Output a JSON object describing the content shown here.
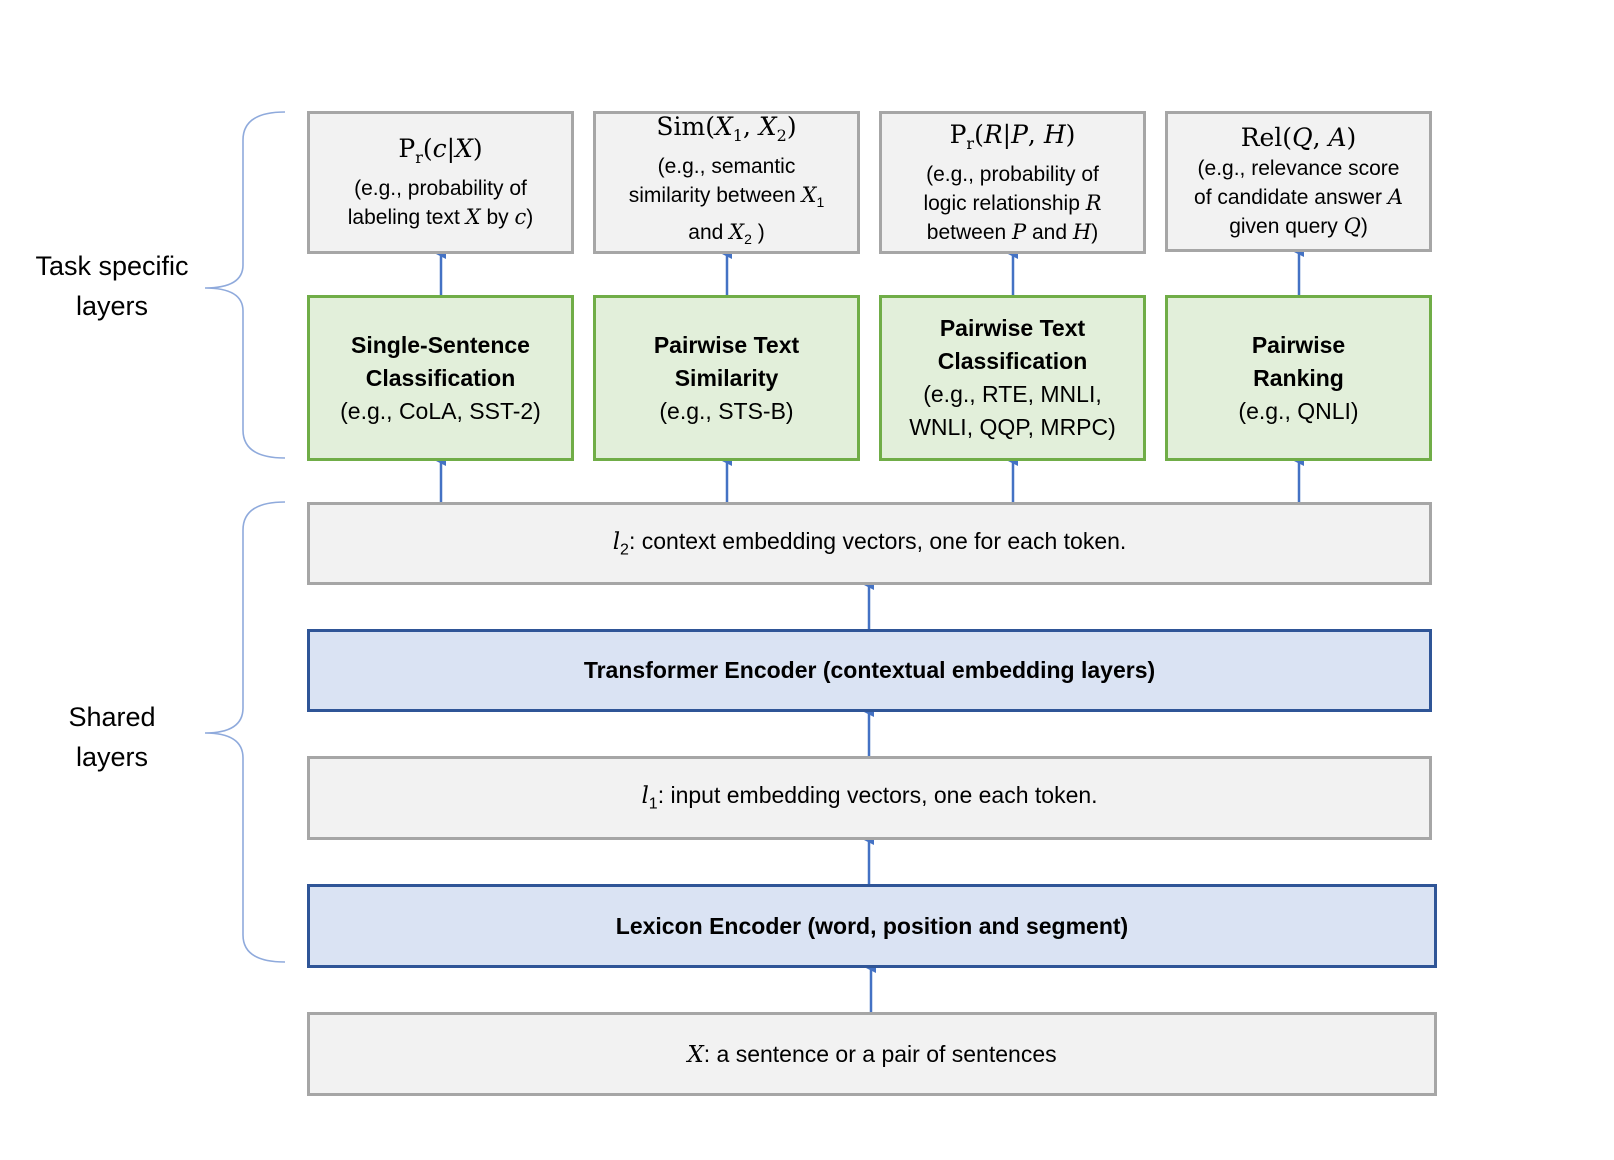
{
  "task_specific_label": [
    "Task specific",
    "layers"
  ],
  "shared_label": [
    "Shared",
    "layers"
  ],
  "outputs": [
    {
      "formula": "Pr(c|X)",
      "desc": [
        "(e.g., probability of",
        "labeling text X by c)"
      ]
    },
    {
      "formula": "Sim(X1,X2)",
      "desc": [
        "(e.g., semantic",
        "similarity between X1",
        "and X2 )"
      ]
    },
    {
      "formula": "Pr(R|P,H)",
      "desc": [
        "(e.g., probability of",
        "logic relationship R",
        "between P and H)"
      ]
    },
    {
      "formula": "Rel(Q,A)",
      "desc": [
        "(e.g., relevance score",
        "of candidate answer A",
        "given query Q)"
      ]
    }
  ],
  "tasks": [
    {
      "title": [
        "Single-Sentence",
        "Classification"
      ],
      "examples": [
        "(e.g., CoLA, SST-2)"
      ]
    },
    {
      "title": [
        "Pairwise Text",
        "Similarity"
      ],
      "examples": [
        "(e.g., STS-B)"
      ]
    },
    {
      "title": [
        "Pairwise Text",
        "Classification"
      ],
      "examples": [
        "(e.g., RTE, MNLI,",
        "WNLI, QQP, MRPC)"
      ]
    },
    {
      "title": [
        "Pairwise",
        "Ranking"
      ],
      "examples": [
        "(e.g., QNLI)"
      ]
    }
  ],
  "shared": {
    "l2": {
      "symbol": "l2",
      "text": ": context embedding vectors, one for each token."
    },
    "transformer": "Transformer Encoder (contextual embedding layers)",
    "l1": {
      "symbol": "l1",
      "text": ": input embedding vectors, one each token."
    },
    "lexicon": "Lexicon Encoder (word, position and segment)",
    "input": {
      "symbol": "X",
      "text": ": a sentence or a pair of sentences"
    }
  },
  "colors": {
    "arrow": "#4472c4",
    "brace": "#8faadc",
    "gray_fill": "#f2f2f2",
    "gray_border": "#a6a6a6",
    "green_fill": "#e2efda",
    "green_border": "#70ad47",
    "blue_fill": "#dae3f3",
    "blue_border": "#2f5597"
  }
}
